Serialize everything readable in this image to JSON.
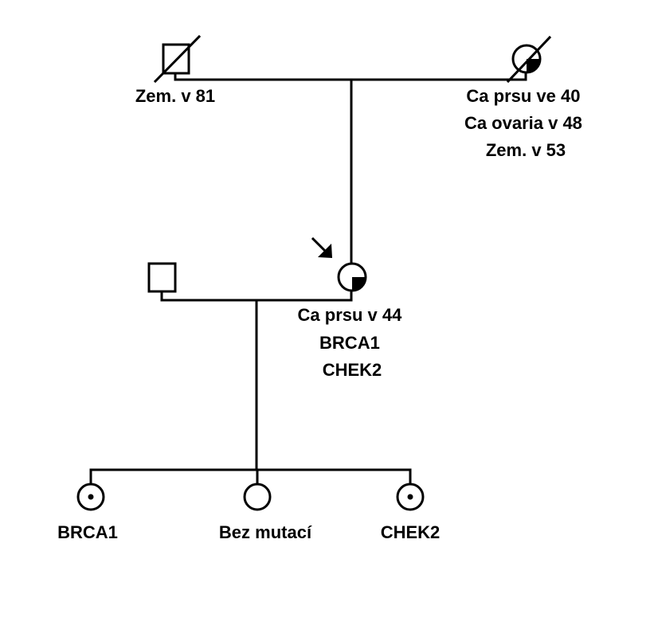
{
  "grandfather": {
    "labels": [
      "Zem. v 81"
    ]
  },
  "grandmother": {
    "labels": [
      "Ca prsu ve 40",
      "Ca ovaria v 48",
      "Zem. v 53"
    ]
  },
  "proband": {
    "labels": [
      "Ca prsu v 44",
      "BRCA1",
      "CHEK2"
    ]
  },
  "children": [
    {
      "label": "BRCA1"
    },
    {
      "label": "Bez mutací"
    },
    {
      "label": "CHEK2"
    }
  ],
  "colors": {
    "ink": "#000000",
    "background": "#ffffff"
  }
}
